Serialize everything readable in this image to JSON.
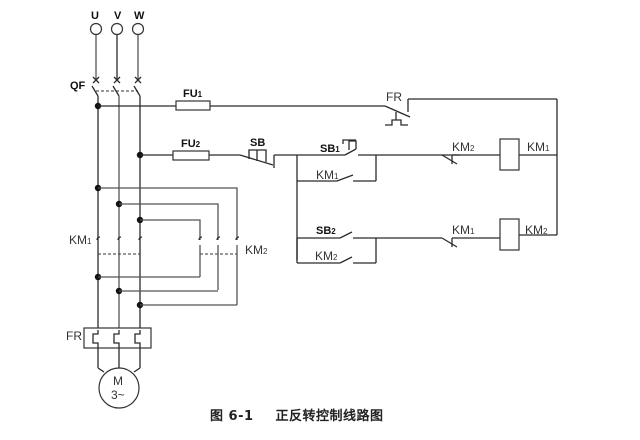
{
  "diagram": {
    "title": "正反转控制线路图",
    "figure_number": "图 6-1",
    "phases": [
      "U",
      "V",
      "W"
    ],
    "labels": {
      "breaker": "QF",
      "fuse1": "FU",
      "fuse1_sub": "1",
      "fuse2": "FU",
      "fuse2_sub": "2",
      "thermal_relay_top": "FR",
      "thermal_relay_bottom": "FR",
      "stop_button": "SB",
      "forward_button": "SB",
      "forward_button_sub": "1",
      "reverse_button": "SB",
      "reverse_button_sub": "2",
      "km1_holding": "KM",
      "km1_holding_sub": "1",
      "km2_holding": "KM",
      "km2_holding_sub": "2",
      "km2_interlock": "KM",
      "km2_interlock_sub": "2",
      "km1_interlock": "KM",
      "km1_interlock_sub": "1",
      "km1_coil": "KM",
      "km1_coil_sub": "1",
      "km2_coil": "KM",
      "km2_coil_sub": "2",
      "km1_main": "KM",
      "km1_main_sub": "1",
      "km2_main": "KM",
      "km2_main_sub": "2",
      "motor_line1": "M",
      "motor_line2": "3~"
    }
  }
}
